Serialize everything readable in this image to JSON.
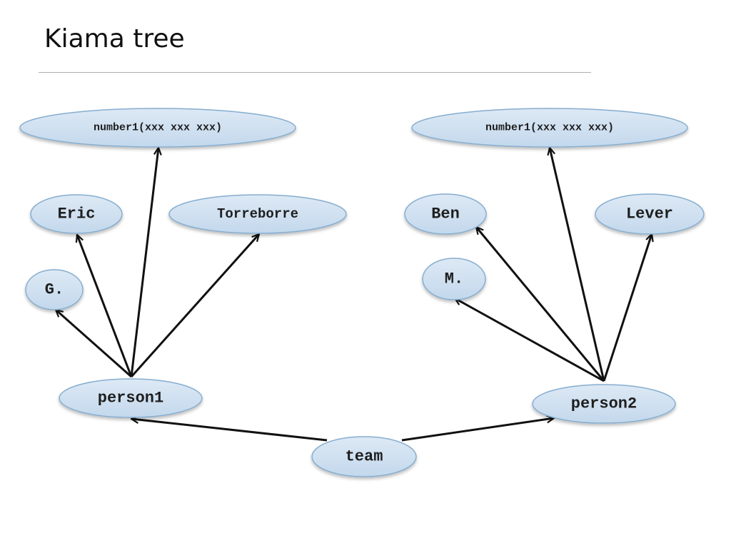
{
  "slide": {
    "title": "Kiama tree"
  },
  "diagram": {
    "nodes": [
      {
        "id": "num1",
        "label": "number1(xxx xxx xxx)"
      },
      {
        "id": "num2",
        "label": "number1(xxx xxx xxx)"
      },
      {
        "id": "eric",
        "label": "Eric"
      },
      {
        "id": "torreborre",
        "label": "Torreborre"
      },
      {
        "id": "g",
        "label": "G."
      },
      {
        "id": "ben",
        "label": "Ben"
      },
      {
        "id": "lever",
        "label": "Lever"
      },
      {
        "id": "m",
        "label": "M."
      },
      {
        "id": "person1",
        "label": "person1"
      },
      {
        "id": "person2",
        "label": "person2"
      },
      {
        "id": "team",
        "label": "team"
      }
    ],
    "edges": [
      {
        "from": "team",
        "to": "person1"
      },
      {
        "from": "team",
        "to": "person2"
      },
      {
        "from": "person1",
        "to": "g"
      },
      {
        "from": "person1",
        "to": "eric"
      },
      {
        "from": "person1",
        "to": "num1"
      },
      {
        "from": "person1",
        "to": "torreborre"
      },
      {
        "from": "person2",
        "to": "m"
      },
      {
        "from": "person2",
        "to": "ben"
      },
      {
        "from": "person2",
        "to": "num2"
      },
      {
        "from": "person2",
        "to": "lever"
      }
    ]
  }
}
